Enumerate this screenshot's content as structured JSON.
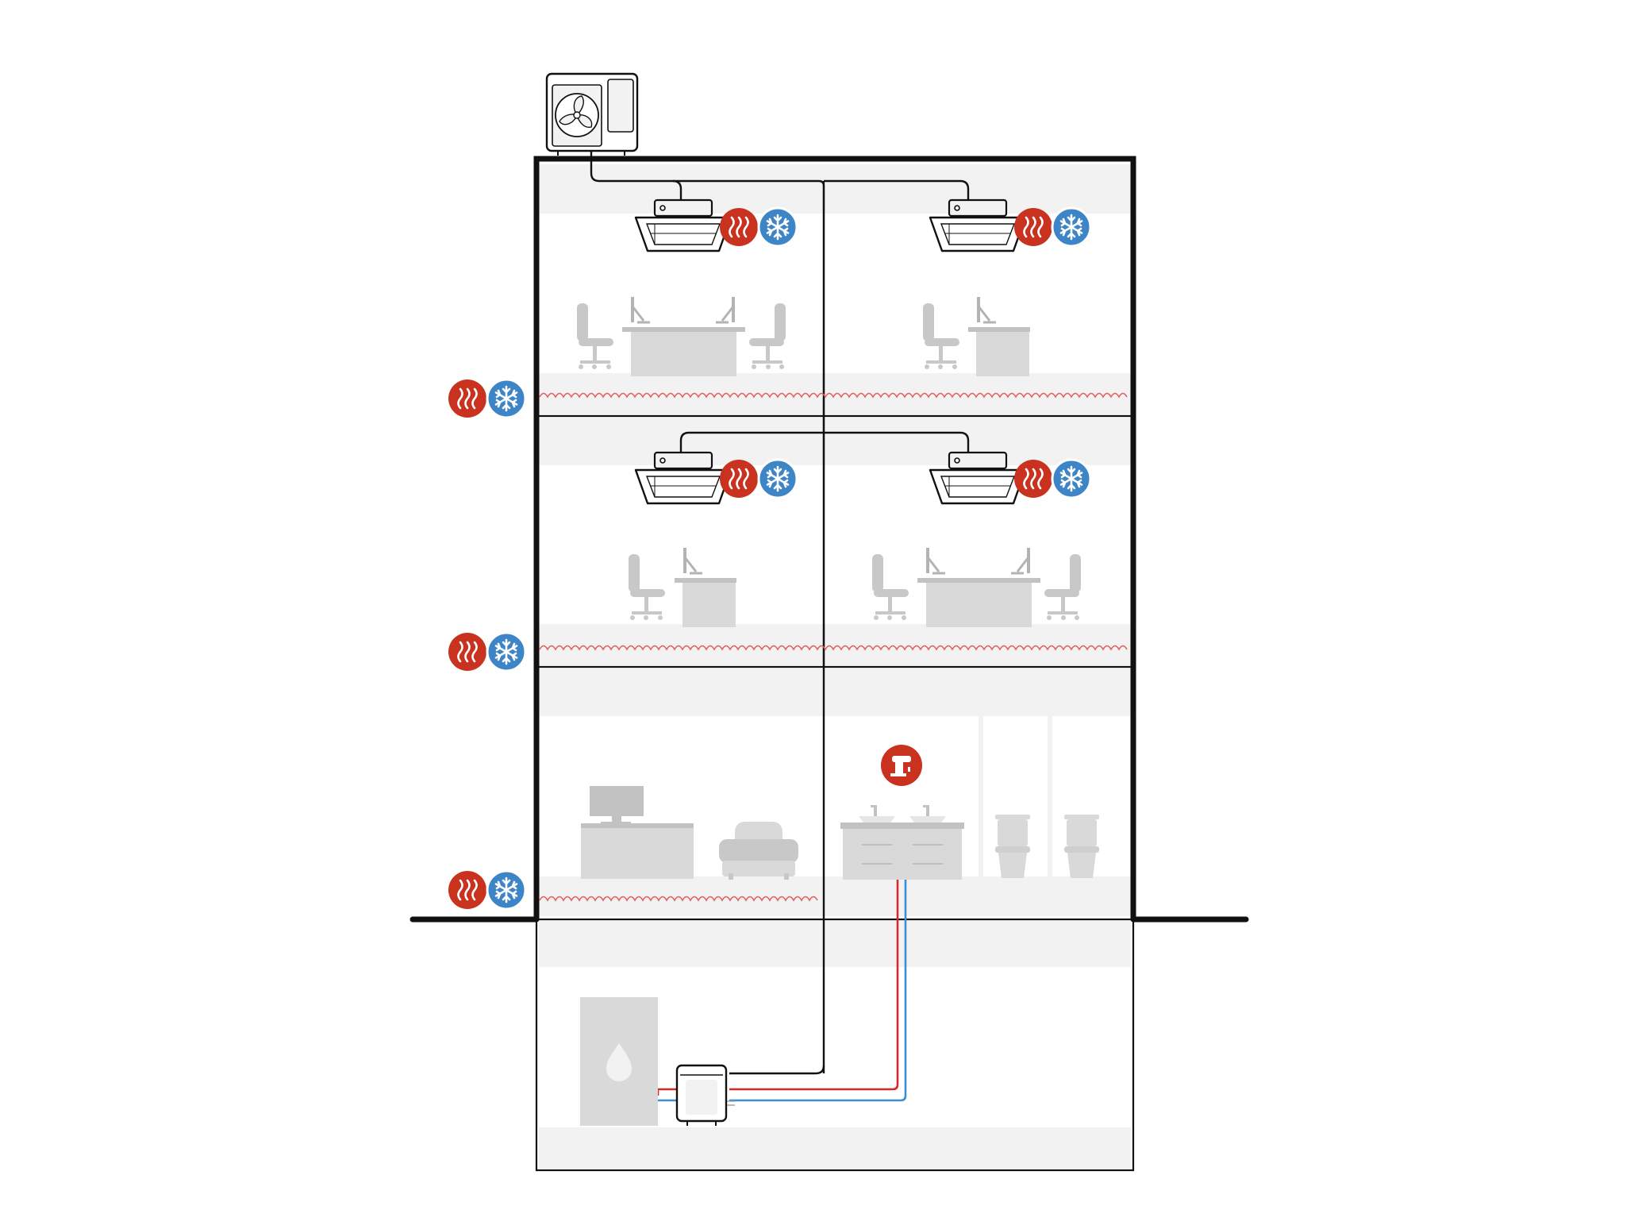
{
  "diagram": {
    "subject": "",
    "colors": {
      "outline": "#111111",
      "heating": "#c8321e",
      "cooling": "#3d85c6",
      "furniture": "#d9d9d9",
      "furniture_dark": "#c2c2c2",
      "floor_band": "#f2f2f2",
      "hot_pipe": "#d42a2a",
      "cold_pipe": "#3a8fd0",
      "underfloor": "#e06060"
    },
    "icons": {
      "heating": "heat-waves-icon",
      "cooling": "snowflake-icon",
      "hot_water": "tap-icon",
      "water_tank": "water-drop-icon",
      "outdoor_unit": "fan-icon"
    },
    "levels": [
      {
        "name": "second-floor",
        "zones": [
          "office",
          "office"
        ]
      },
      {
        "name": "first-floor",
        "zones": [
          "office",
          "office"
        ]
      },
      {
        "name": "ground-floor",
        "zones": [
          "reception",
          "washroom"
        ]
      },
      {
        "name": "basement",
        "zones": [
          "plant-room"
        ]
      }
    ]
  }
}
